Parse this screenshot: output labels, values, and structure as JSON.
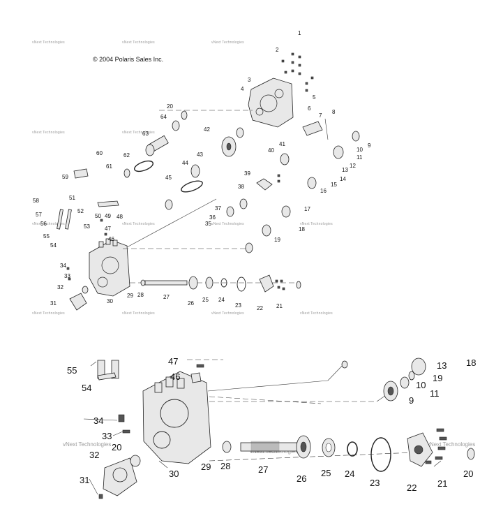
{
  "copyright": "© 2004 Polaris Sales Inc.",
  "watermark": "vNext Technologies",
  "callouts_upper": [
    "1",
    "2",
    "3",
    "4",
    "5",
    "6",
    "7",
    "8",
    "9",
    "10",
    "11",
    "12",
    "13",
    "14",
    "15",
    "16",
    "17",
    "18",
    "19",
    "20",
    "21",
    "22",
    "23",
    "24",
    "25",
    "26",
    "27",
    "28",
    "29",
    "30",
    "31",
    "32",
    "33",
    "34",
    "35",
    "36",
    "37",
    "38",
    "39",
    "40",
    "41",
    "42",
    "43",
    "44",
    "45",
    "46",
    "47",
    "48",
    "49",
    "50",
    "51",
    "52",
    "53",
    "54",
    "55",
    "56",
    "57",
    "58",
    "59",
    "60",
    "61",
    "62",
    "63",
    "64"
  ],
  "callouts_lower": [
    "55",
    "54",
    "47",
    "46",
    "13",
    "18",
    "19",
    "11",
    "10",
    "9",
    "34",
    "33",
    "20",
    "32",
    "31",
    "30",
    "29",
    "28",
    "27",
    "26",
    "25",
    "24",
    "23",
    "22",
    "21",
    "20"
  ]
}
